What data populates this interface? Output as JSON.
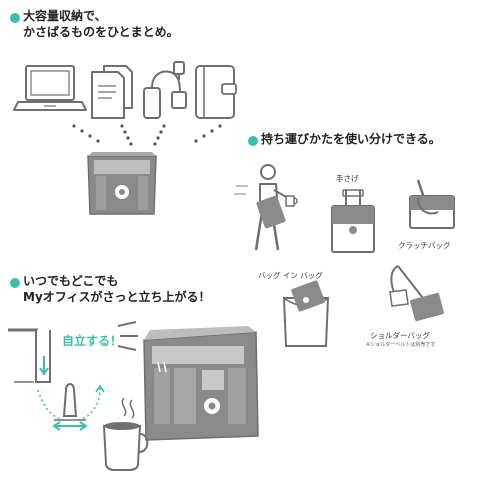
{
  "section1": {
    "line1": "大容量収納で、",
    "line2": "かさばるものをひとまとめ。"
  },
  "section2": {
    "heading": "持ち運びかたを使い分けできる。",
    "captions": {
      "hand": "手さげ",
      "clutch": "クラッチバッグ",
      "bag_in_bag": "バッグ イン バッグ",
      "shoulder": "ショルダーバッグ",
      "shoulder_note": "※ショルダーベルトは別売です"
    }
  },
  "section3": {
    "line1": "いつでもどこでも",
    "line2": "Myオフィスがさっと立ち上がる！",
    "stand_label": "自立する！"
  },
  "colors": {
    "accent": "#3bbfa8",
    "bag": "#8a8a8a",
    "line": "#6f6f6f"
  },
  "icons": [
    "laptop-icon",
    "document-folders-icon",
    "power-adapter-icon",
    "planner-icon",
    "walking-person-icon",
    "coffee-cup-icon"
  ]
}
